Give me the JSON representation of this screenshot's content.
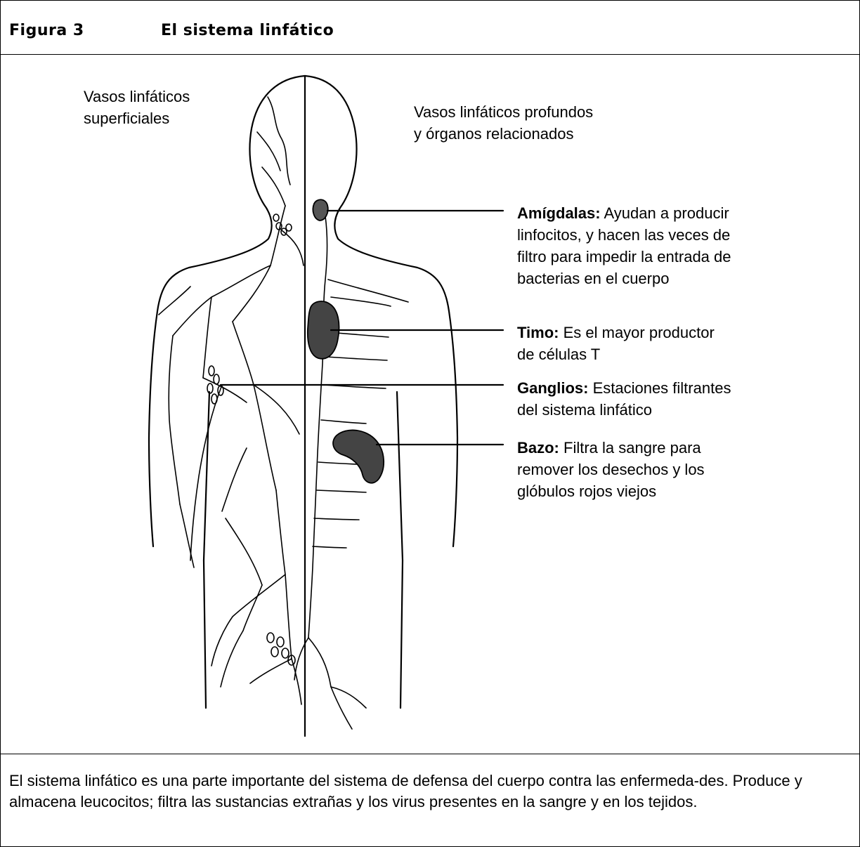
{
  "header": {
    "figure_number": "Figura 3",
    "title": "El sistema linfático"
  },
  "diagram": {
    "left_label": [
      "Vasos linfáticos",
      "superficiales"
    ],
    "right_label": [
      "Vasos linfáticos profundos",
      "y órganos relacionados"
    ],
    "callouts": [
      {
        "term": "Amígdalas:",
        "lines": [
          " Ayudan a producir",
          "linfocitos, y hacen las veces de",
          "filtro para impedir la entrada de",
          "bacterias en el cuerpo"
        ]
      },
      {
        "term": "Timo:",
        "lines": [
          " Es el mayor productor",
          "de células T"
        ]
      },
      {
        "term": "Ganglios:",
        "lines": [
          " Estaciones filtrantes",
          "del sistema linfático"
        ]
      },
      {
        "term": "Bazo:",
        "lines": [
          " Filtra la sangre para",
          "remover los desechos y los",
          "glóbulos rojos viejos"
        ]
      }
    ]
  },
  "caption": {
    "text": "El sistema linfático es una parte importante del sistema de defensa del cuerpo contra las enfermeda-des. Produce y almacena leucocitos; filtra las sustancias extrañas y los virus presentes en la sangre y en los tejidos."
  }
}
